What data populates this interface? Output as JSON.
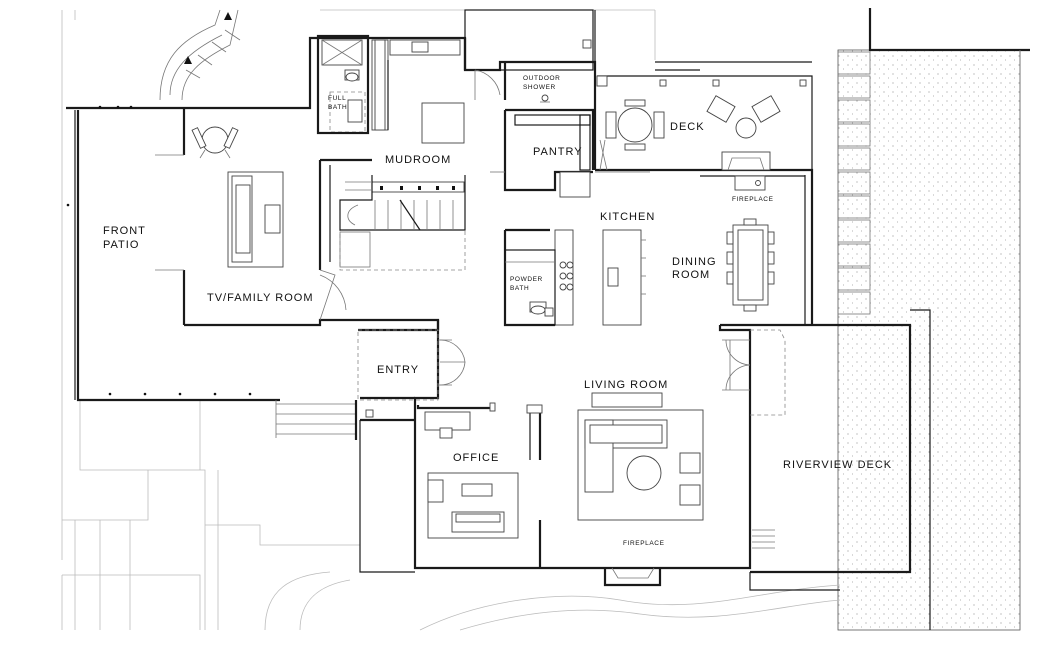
{
  "rooms": {
    "front_patio": [
      "FRONT",
      "PATIO"
    ],
    "tv_family_room": "TV/FAMILY ROOM",
    "full_bath": [
      "FULL",
      "BATH"
    ],
    "mudroom": "MUDROOM",
    "outdoor_shower": [
      "OUTDOOR",
      "SHOWER"
    ],
    "pantry": "PANTRY",
    "deck": "DECK",
    "kitchen": "KITCHEN",
    "powder_bath": [
      "POWDER",
      "BATH"
    ],
    "dining_room": [
      "DINING",
      "ROOM"
    ],
    "fireplace_dining": "FIREPLACE",
    "entry": "ENTRY",
    "living_room": "LIVING ROOM",
    "office": "OFFICE",
    "fireplace_living": "FIREPLACE",
    "riverview_deck": "RIVERVIEW DECK"
  },
  "colors": {
    "wall": "#1a1a1a",
    "background": "#ffffff",
    "stipple": "#9a9a9a"
  }
}
